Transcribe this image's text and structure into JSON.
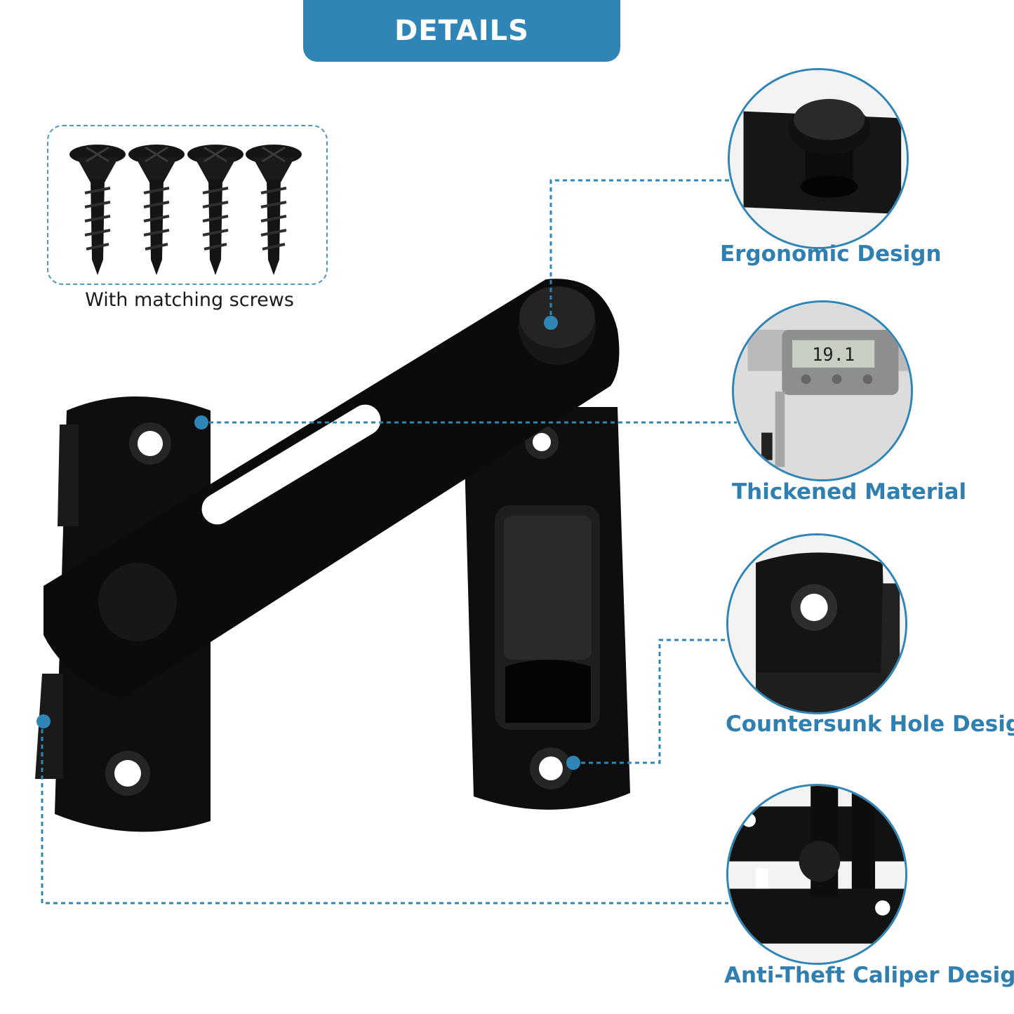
{
  "header": {
    "title": "DETAILS"
  },
  "screws": {
    "caption": "With matching screws",
    "count": 4
  },
  "features": [
    {
      "label": "Ergonomic Design",
      "icon": "knob-detail-image"
    },
    {
      "label": "Thickened Material",
      "icon": "caliper-measure-image",
      "reading": "19.1"
    },
    {
      "label": "Countersunk Hole Design",
      "icon": "countersunk-hole-image"
    },
    {
      "label": "Anti-Theft Caliper Design",
      "icon": "anti-theft-caliper-image"
    }
  ],
  "colors": {
    "accent": "#2f86b6",
    "product": "#0d0d0d",
    "background": "#ffffff"
  }
}
